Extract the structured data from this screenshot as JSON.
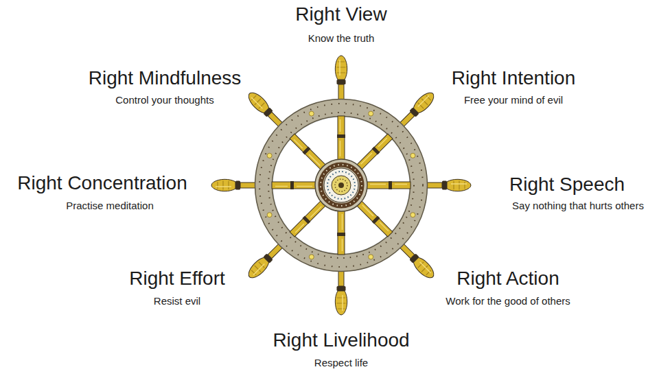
{
  "diagram": {
    "labels": [
      "Right View",
      "Know the truth",
      "Right Mindfulness",
      "Control your thoughts",
      "Right Intention",
      "Free your mind of evil",
      "Right Concentration",
      "Practise meditation",
      "Right Speech",
      "Say nothing that hurts others",
      "Right Effort",
      "Resist evil",
      "Right Action",
      "Work for the good of others",
      "Right Livelihood",
      "Respect life"
    ]
  }
}
